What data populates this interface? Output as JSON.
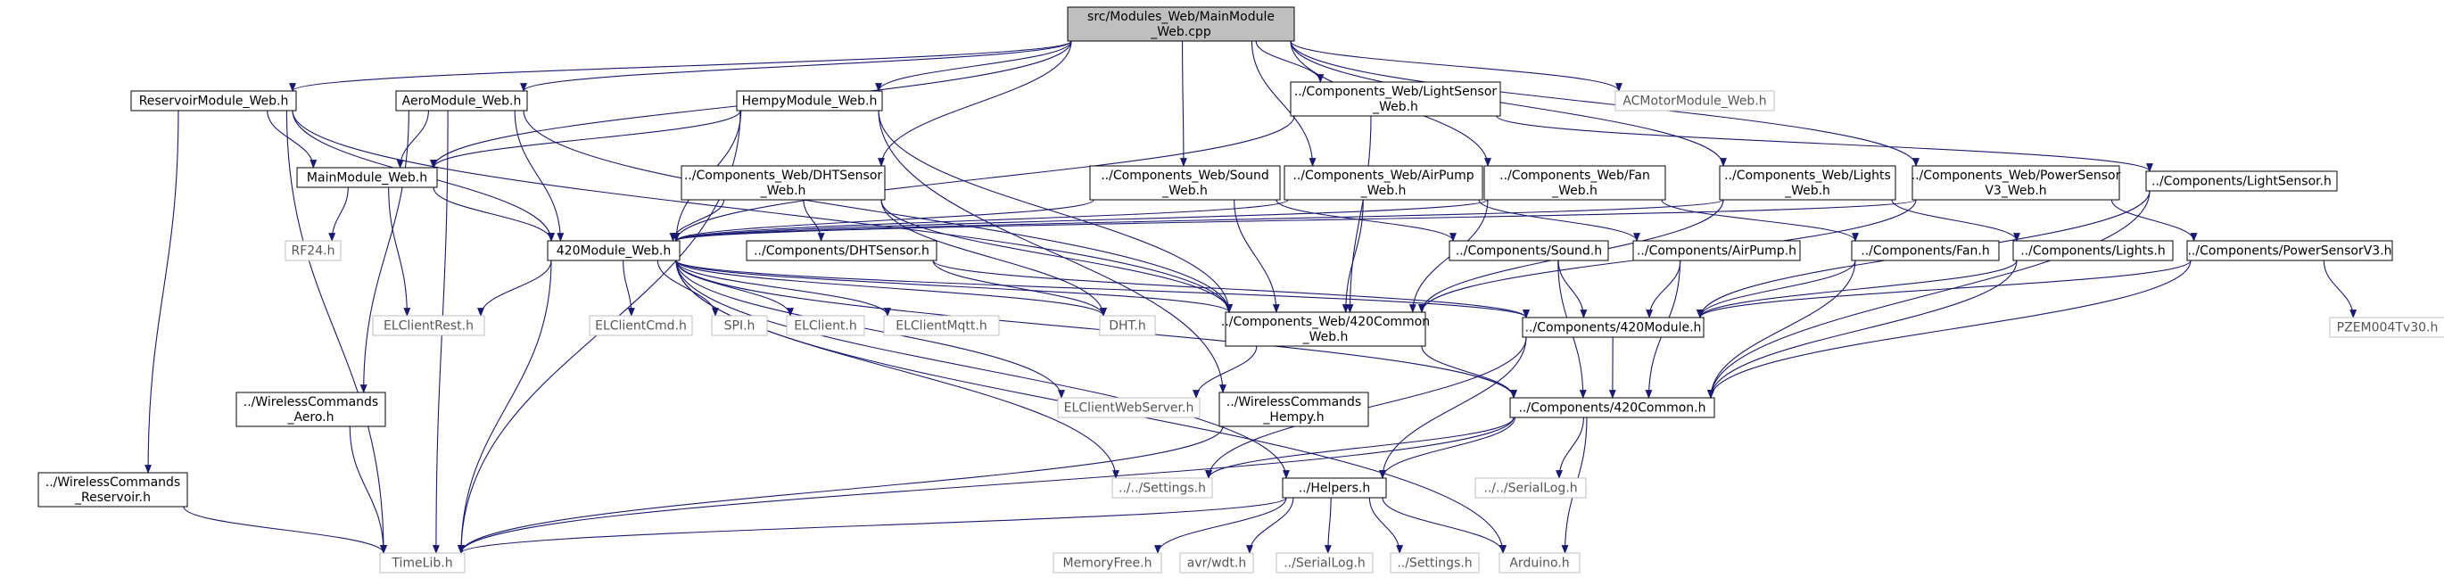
{
  "nodes": [
    {
      "id": "root",
      "lines": [
        "src/Modules_Web/MainModule",
        "_Web.cpp"
      ],
      "kind": "root"
    },
    {
      "id": "reservoir",
      "lines": [
        "ReservoirModule_Web.h"
      ],
      "kind": "normal"
    },
    {
      "id": "aero",
      "lines": [
        "AeroModule_Web.h"
      ],
      "kind": "normal"
    },
    {
      "id": "hempy",
      "lines": [
        "HempyModule_Web.h"
      ],
      "kind": "normal"
    },
    {
      "id": "lightsensor_web",
      "lines": [
        "../Components_Web/LightSensor",
        "_Web.h"
      ],
      "kind": "normal"
    },
    {
      "id": "acmotor",
      "lines": [
        "ACMotorModule_Web.h"
      ],
      "kind": "gray"
    },
    {
      "id": "mainmodule",
      "lines": [
        "MainModule_Web.h"
      ],
      "kind": "normal"
    },
    {
      "id": "dhtsensor_web",
      "lines": [
        "../Components_Web/DHTSensor",
        "_Web.h"
      ],
      "kind": "normal"
    },
    {
      "id": "sound_web",
      "lines": [
        "../Components_Web/Sound",
        "_Web.h"
      ],
      "kind": "normal"
    },
    {
      "id": "airpump_web",
      "lines": [
        "../Components_Web/AirPump",
        "_Web.h"
      ],
      "kind": "normal"
    },
    {
      "id": "fan_web",
      "lines": [
        "../Components_Web/Fan",
        "_Web.h"
      ],
      "kind": "normal"
    },
    {
      "id": "lights_web",
      "lines": [
        "../Components_Web/Lights",
        "_Web.h"
      ],
      "kind": "normal"
    },
    {
      "id": "powersensor_web",
      "lines": [
        "../Components_Web/PowerSensor",
        "V3_Web.h"
      ],
      "kind": "normal"
    },
    {
      "id": "lightsensor",
      "lines": [
        "../Components/LightSensor.h"
      ],
      "kind": "normal"
    },
    {
      "id": "rf24",
      "lines": [
        "RF24.h"
      ],
      "kind": "gray"
    },
    {
      "id": "m420web",
      "lines": [
        "420Module_Web.h"
      ],
      "kind": "normal"
    },
    {
      "id": "dhtsensor",
      "lines": [
        "../Components/DHTSensor.h"
      ],
      "kind": "normal"
    },
    {
      "id": "sound",
      "lines": [
        "../Components/Sound.h"
      ],
      "kind": "normal"
    },
    {
      "id": "airpump",
      "lines": [
        "../Components/AirPump.h"
      ],
      "kind": "normal"
    },
    {
      "id": "fan",
      "lines": [
        "../Components/Fan.h"
      ],
      "kind": "normal"
    },
    {
      "id": "lights",
      "lines": [
        "../Components/Lights.h"
      ],
      "kind": "normal"
    },
    {
      "id": "powersensor",
      "lines": [
        "../Components/PowerSensorV3.h"
      ],
      "kind": "normal"
    },
    {
      "id": "elclientrest",
      "lines": [
        "ELClientRest.h"
      ],
      "kind": "gray"
    },
    {
      "id": "elclientcmd",
      "lines": [
        "ELClientCmd.h"
      ],
      "kind": "gray"
    },
    {
      "id": "spi",
      "lines": [
        "SPI.h"
      ],
      "kind": "gray"
    },
    {
      "id": "elclient",
      "lines": [
        "ELClient.h"
      ],
      "kind": "gray"
    },
    {
      "id": "elclientmqtt",
      "lines": [
        "ELClientMqtt.h"
      ],
      "kind": "gray"
    },
    {
      "id": "dht",
      "lines": [
        "DHT.h"
      ],
      "kind": "gray"
    },
    {
      "id": "common420web",
      "lines": [
        "../Components_Web/420Common",
        "_Web.h"
      ],
      "kind": "normal"
    },
    {
      "id": "m420",
      "lines": [
        "../Components/420Module.h"
      ],
      "kind": "normal"
    },
    {
      "id": "pzem",
      "lines": [
        "PZEM004Tv30.h"
      ],
      "kind": "gray"
    },
    {
      "id": "wc_aero",
      "lines": [
        "../WirelessCommands",
        "_Aero.h"
      ],
      "kind": "normal"
    },
    {
      "id": "elclientweb",
      "lines": [
        "ELClientWebServer.h"
      ],
      "kind": "gray"
    },
    {
      "id": "wc_hempy",
      "lines": [
        "../WirelessCommands",
        "_Hempy.h"
      ],
      "kind": "normal"
    },
    {
      "id": "common420",
      "lines": [
        "../Components/420Common.h"
      ],
      "kind": "normal"
    },
    {
      "id": "wc_res",
      "lines": [
        "../WirelessCommands",
        "_Reservoir.h"
      ],
      "kind": "normal"
    },
    {
      "id": "settings_rel",
      "lines": [
        "../../Settings.h"
      ],
      "kind": "gray"
    },
    {
      "id": "helpers",
      "lines": [
        "../Helpers.h"
      ],
      "kind": "normal"
    },
    {
      "id": "seriallog_rel",
      "lines": [
        "../../SerialLog.h"
      ],
      "kind": "gray"
    },
    {
      "id": "timelib",
      "lines": [
        "TimeLib.h"
      ],
      "kind": "gray"
    },
    {
      "id": "memfree",
      "lines": [
        "MemoryFree.h"
      ],
      "kind": "gray"
    },
    {
      "id": "wdt",
      "lines": [
        "avr/wdt.h"
      ],
      "kind": "gray"
    },
    {
      "id": "seriallog",
      "lines": [
        "../SerialLog.h"
      ],
      "kind": "gray"
    },
    {
      "id": "settings",
      "lines": [
        "../Settings.h"
      ],
      "kind": "gray"
    },
    {
      "id": "arduino",
      "lines": [
        "Arduino.h"
      ],
      "kind": "gray"
    }
  ],
  "edges": [
    [
      "root",
      "reservoir"
    ],
    [
      "root",
      "aero"
    ],
    [
      "root",
      "hempy"
    ],
    [
      "root",
      "lightsensor_web"
    ],
    [
      "root",
      "acmotor"
    ],
    [
      "root",
      "mainmodule"
    ],
    [
      "root",
      "dhtsensor_web"
    ],
    [
      "root",
      "sound_web"
    ],
    [
      "root",
      "airpump_web"
    ],
    [
      "root",
      "fan_web"
    ],
    [
      "root",
      "lights_web"
    ],
    [
      "root",
      "powersensor_web"
    ],
    [
      "reservoir",
      "mainmodule"
    ],
    [
      "reservoir",
      "m420web"
    ],
    [
      "reservoir",
      "wc_res"
    ],
    [
      "reservoir",
      "timelib"
    ],
    [
      "reservoir",
      "common420web"
    ],
    [
      "aero",
      "mainmodule"
    ],
    [
      "aero",
      "m420web"
    ],
    [
      "aero",
      "wc_aero"
    ],
    [
      "aero",
      "timelib"
    ],
    [
      "aero",
      "common420web"
    ],
    [
      "hempy",
      "mainmodule"
    ],
    [
      "hempy",
      "m420web"
    ],
    [
      "hempy",
      "wc_hempy"
    ],
    [
      "hempy",
      "timelib"
    ],
    [
      "hempy",
      "common420web"
    ],
    [
      "lightsensor_web",
      "m420web"
    ],
    [
      "lightsensor_web",
      "lightsensor"
    ],
    [
      "lightsensor_web",
      "common420web"
    ],
    [
      "mainmodule",
      "m420web"
    ],
    [
      "mainmodule",
      "rf24"
    ],
    [
      "mainmodule",
      "elclientrest"
    ],
    [
      "dhtsensor_web",
      "m420web"
    ],
    [
      "dhtsensor_web",
      "dhtsensor"
    ],
    [
      "dhtsensor_web",
      "common420web"
    ],
    [
      "dhtsensor_web",
      "dht"
    ],
    [
      "sound_web",
      "m420web"
    ],
    [
      "sound_web",
      "sound"
    ],
    [
      "sound_web",
      "common420web"
    ],
    [
      "airpump_web",
      "m420web"
    ],
    [
      "airpump_web",
      "airpump"
    ],
    [
      "airpump_web",
      "common420web"
    ],
    [
      "fan_web",
      "m420web"
    ],
    [
      "fan_web",
      "fan"
    ],
    [
      "fan_web",
      "common420web"
    ],
    [
      "lights_web",
      "m420web"
    ],
    [
      "lights_web",
      "lights"
    ],
    [
      "lights_web",
      "common420web"
    ],
    [
      "powersensor_web",
      "m420web"
    ],
    [
      "powersensor_web",
      "powersensor"
    ],
    [
      "powersensor_web",
      "common420web"
    ],
    [
      "m420web",
      "elclientrest"
    ],
    [
      "m420web",
      "elclientcmd"
    ],
    [
      "m420web",
      "spi"
    ],
    [
      "m420web",
      "elclient"
    ],
    [
      "m420web",
      "elclientmqtt"
    ],
    [
      "m420web",
      "dht"
    ],
    [
      "m420web",
      "common420web"
    ],
    [
      "m420web",
      "m420"
    ],
    [
      "m420web",
      "elclientweb"
    ],
    [
      "m420web",
      "settings_rel"
    ],
    [
      "m420web",
      "helpers"
    ],
    [
      "m420web",
      "timelib"
    ],
    [
      "m420web",
      "arduino"
    ],
    [
      "m420web",
      "common420"
    ],
    [
      "dhtsensor",
      "m420"
    ],
    [
      "dhtsensor",
      "dht"
    ],
    [
      "sound",
      "m420"
    ],
    [
      "sound",
      "common420"
    ],
    [
      "airpump",
      "m420"
    ],
    [
      "airpump",
      "common420"
    ],
    [
      "fan",
      "m420"
    ],
    [
      "fan",
      "common420"
    ],
    [
      "lights",
      "m420"
    ],
    [
      "lights",
      "common420"
    ],
    [
      "powersensor",
      "m420"
    ],
    [
      "powersensor",
      "common420"
    ],
    [
      "powersensor",
      "pzem"
    ],
    [
      "lightsensor",
      "m420"
    ],
    [
      "lightsensor",
      "common420"
    ],
    [
      "common420web",
      "elclientweb"
    ],
    [
      "common420web",
      "common420"
    ],
    [
      "m420",
      "common420"
    ],
    [
      "m420",
      "settings_rel"
    ],
    [
      "m420",
      "helpers"
    ],
    [
      "wc_aero",
      "timelib"
    ],
    [
      "wc_hempy",
      "timelib"
    ],
    [
      "wc_res",
      "timelib"
    ],
    [
      "common420",
      "settings_rel"
    ],
    [
      "common420",
      "helpers"
    ],
    [
      "common420",
      "seriallog_rel"
    ],
    [
      "common420",
      "arduino"
    ],
    [
      "common420",
      "timelib"
    ],
    [
      "helpers",
      "memfree"
    ],
    [
      "helpers",
      "wdt"
    ],
    [
      "helpers",
      "seriallog"
    ],
    [
      "helpers",
      "settings"
    ],
    [
      "helpers",
      "arduino"
    ],
    [
      "helpers",
      "timelib"
    ]
  ],
  "colors": {
    "root_fill": "#bfbfbf",
    "box_stroke": "#000000",
    "gray_stroke": "#bfbfbf",
    "gray_text": "#555555",
    "edge": "#191970"
  }
}
